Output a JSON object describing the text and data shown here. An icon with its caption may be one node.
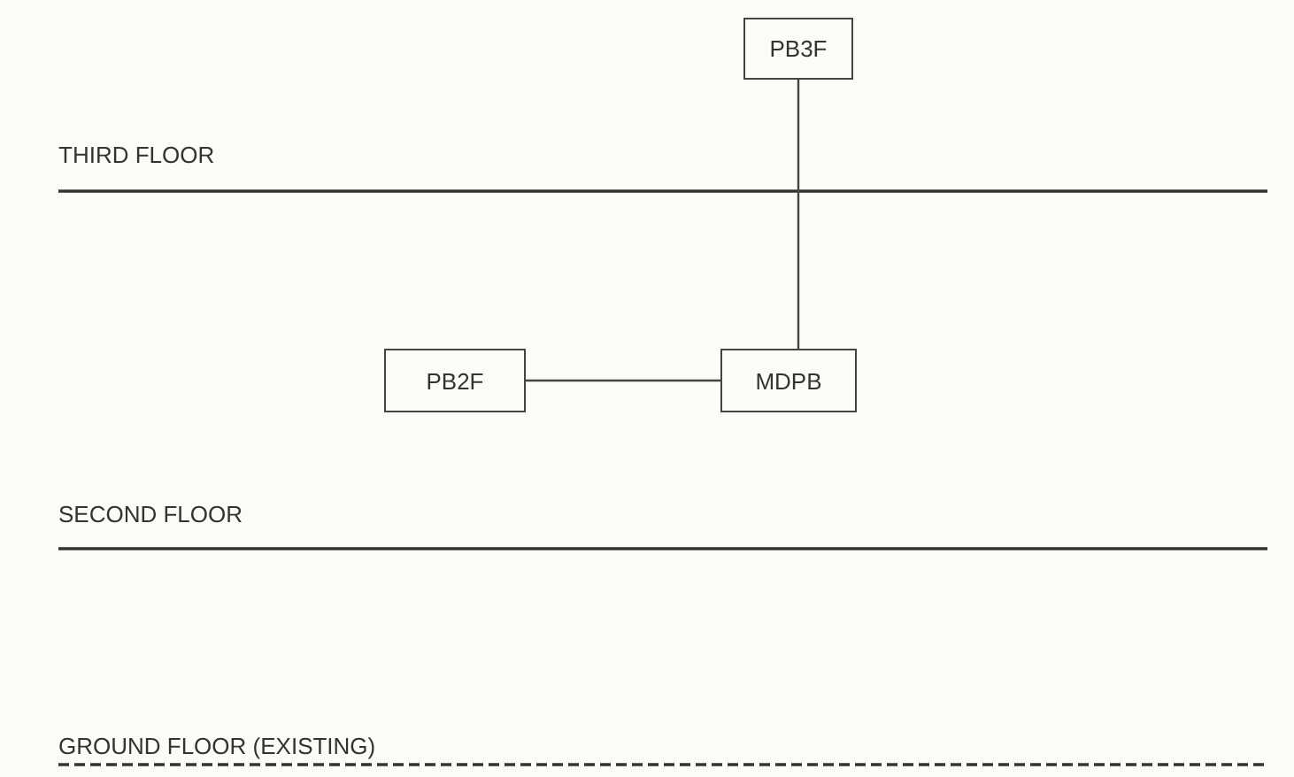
{
  "diagram": {
    "nodes": [
      {
        "text": [
          "PB3F"
        ]
      },
      {
        "text": [
          "PB2F"
        ]
      },
      {
        "text": [
          "MDPB"
        ]
      }
    ],
    "edges": [
      {
        "from": 0,
        "to": 2,
        "arrow": "none"
      },
      {
        "from": 1,
        "to": 2,
        "arrow": "none"
      }
    ],
    "labels": [
      "THIRD FLOOR",
      "SECOND FLOOR",
      "GROUND FLOOR (EXISTING)"
    ]
  }
}
